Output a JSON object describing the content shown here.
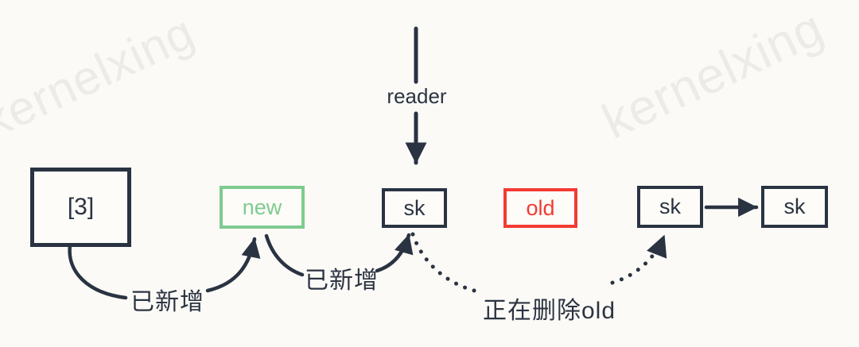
{
  "watermark": {
    "text": "kernelxing",
    "color": "#ecebe7"
  },
  "reader": {
    "label": "reader"
  },
  "nodes": {
    "bucket": {
      "label": "[3]"
    },
    "new_node": {
      "label": "new",
      "color": "#7ecb8f"
    },
    "sk_mid": {
      "label": "sk"
    },
    "old_node": {
      "label": "old",
      "color": "#f23b33"
    },
    "sk_right_1": {
      "label": "sk"
    },
    "sk_right_2": {
      "label": "sk"
    }
  },
  "annotations": {
    "added_1": "已新增",
    "added_2": "已新增",
    "deleting_old": "正在删除old"
  },
  "colors": {
    "ink": "#2a3342",
    "green": "#7ecb8f",
    "red": "#f23b33",
    "background": "#fbfaf6",
    "watermark": "#ecebe7"
  }
}
